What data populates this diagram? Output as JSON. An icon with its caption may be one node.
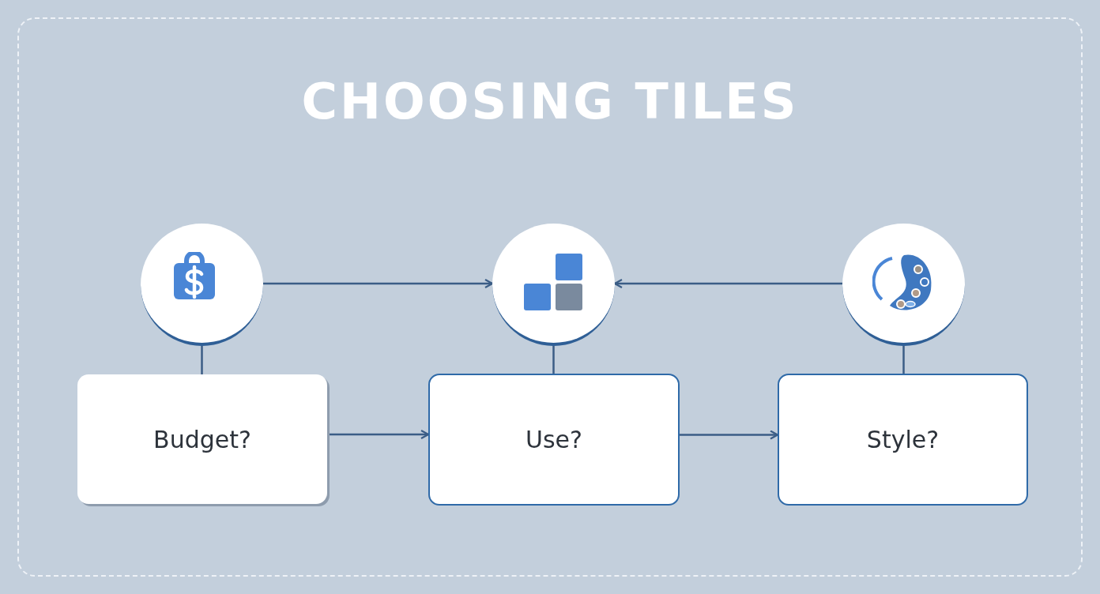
{
  "diagram": {
    "title": "CHOOSING TILES",
    "nodes": [
      {
        "text": [],
        "shape": "circle"
      },
      {
        "text": [],
        "shape": "circle"
      },
      {
        "text": [],
        "shape": "circle"
      },
      {
        "text": [
          "Budget?"
        ]
      },
      {
        "text": [
          "Use?"
        ]
      },
      {
        "text": [
          "Style?"
        ]
      }
    ],
    "edges": [
      {
        "from": 0,
        "to": 1,
        "arrow": "to"
      },
      {
        "from": 2,
        "to": 1,
        "arrow": "to"
      },
      {
        "from": 0,
        "to": 3,
        "arrow": "none"
      },
      {
        "from": 1,
        "to": 4,
        "arrow": "none"
      },
      {
        "from": 2,
        "to": 5,
        "arrow": "none"
      },
      {
        "from": 3,
        "to": 4,
        "arrow": "to"
      },
      {
        "from": 4,
        "to": 5,
        "arrow": "to"
      }
    ]
  }
}
